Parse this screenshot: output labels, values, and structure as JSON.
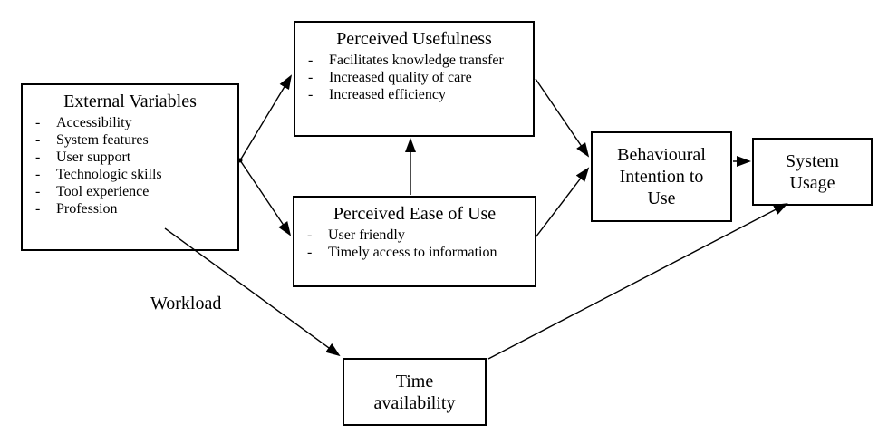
{
  "figure": {
    "background": "#ffffff",
    "line_color": "#000000",
    "border_color": "#000000",
    "text_color": "#000000",
    "bullet": "-",
    "boxes": {
      "external_variables": {
        "title": "External Variables",
        "items": [
          "Accessibility",
          "System features",
          "User support",
          "Technologic skills",
          "Tool experience",
          "Profession"
        ]
      },
      "perceived_usefulness": {
        "title": "Perceived Usefulness",
        "items": [
          "Facilitates knowledge transfer",
          "Increased quality of care",
          "Increased efficiency"
        ]
      },
      "perceived_ease_of_use": {
        "title": "Perceived Ease of Use",
        "items": [
          "User friendly",
          "Timely access to information"
        ]
      },
      "behavioural_intention": {
        "lines": [
          "Behavioural",
          "Intention to",
          "Use"
        ]
      },
      "system_usage": {
        "lines": [
          "System",
          "Usage"
        ]
      },
      "time_availability": {
        "lines": [
          "Time",
          "availability"
        ]
      }
    },
    "edge_label_workload": "Workload",
    "edges": [
      {
        "from": "External Variables",
        "to": "Perceived Usefulness"
      },
      {
        "from": "External Variables",
        "to": "Perceived Ease of Use"
      },
      {
        "from": "Perceived Ease of Use",
        "to": "Perceived Usefulness"
      },
      {
        "from": "Perceived Usefulness",
        "to": "Behavioural Intention to Use"
      },
      {
        "from": "Perceived Ease of Use",
        "to": "Behavioural Intention to Use"
      },
      {
        "from": "Behavioural Intention to Use",
        "to": "System Usage"
      },
      {
        "from": "External Variables",
        "to": "Time availability",
        "label": "Workload"
      },
      {
        "from": "Time availability",
        "to": "System Usage"
      }
    ]
  }
}
